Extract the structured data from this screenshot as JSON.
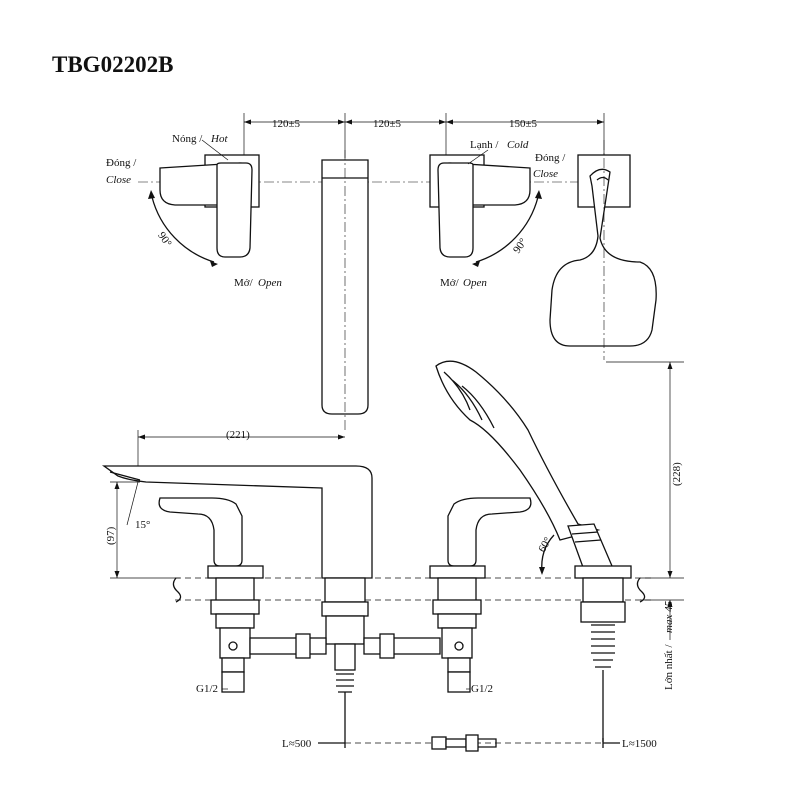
{
  "title": "TBG02202B",
  "labels": {
    "hot_vi": "Nóng /",
    "hot_en": "Hot",
    "cold_vi": "Lạnh /",
    "cold_en": "Cold",
    "close_vi": "Đóng /",
    "close_en": "Close",
    "open_vi": "Mở/",
    "open_en": "Open",
    "angle_90": "90°",
    "angle_15": "15°",
    "angle_60": "60°",
    "thread": "G1/2",
    "max_thickness_vi": "Lớn nhất /",
    "max_thickness_en": "max 45"
  },
  "dimensions": {
    "spacing_1": "120±5",
    "spacing_2": "120±5",
    "spacing_3": "150±5",
    "spout_reach": "(221)",
    "spout_height": "(97)",
    "handshower_height": "(228)",
    "hose_short": "L≈500",
    "hose_long": "L≈1500"
  }
}
